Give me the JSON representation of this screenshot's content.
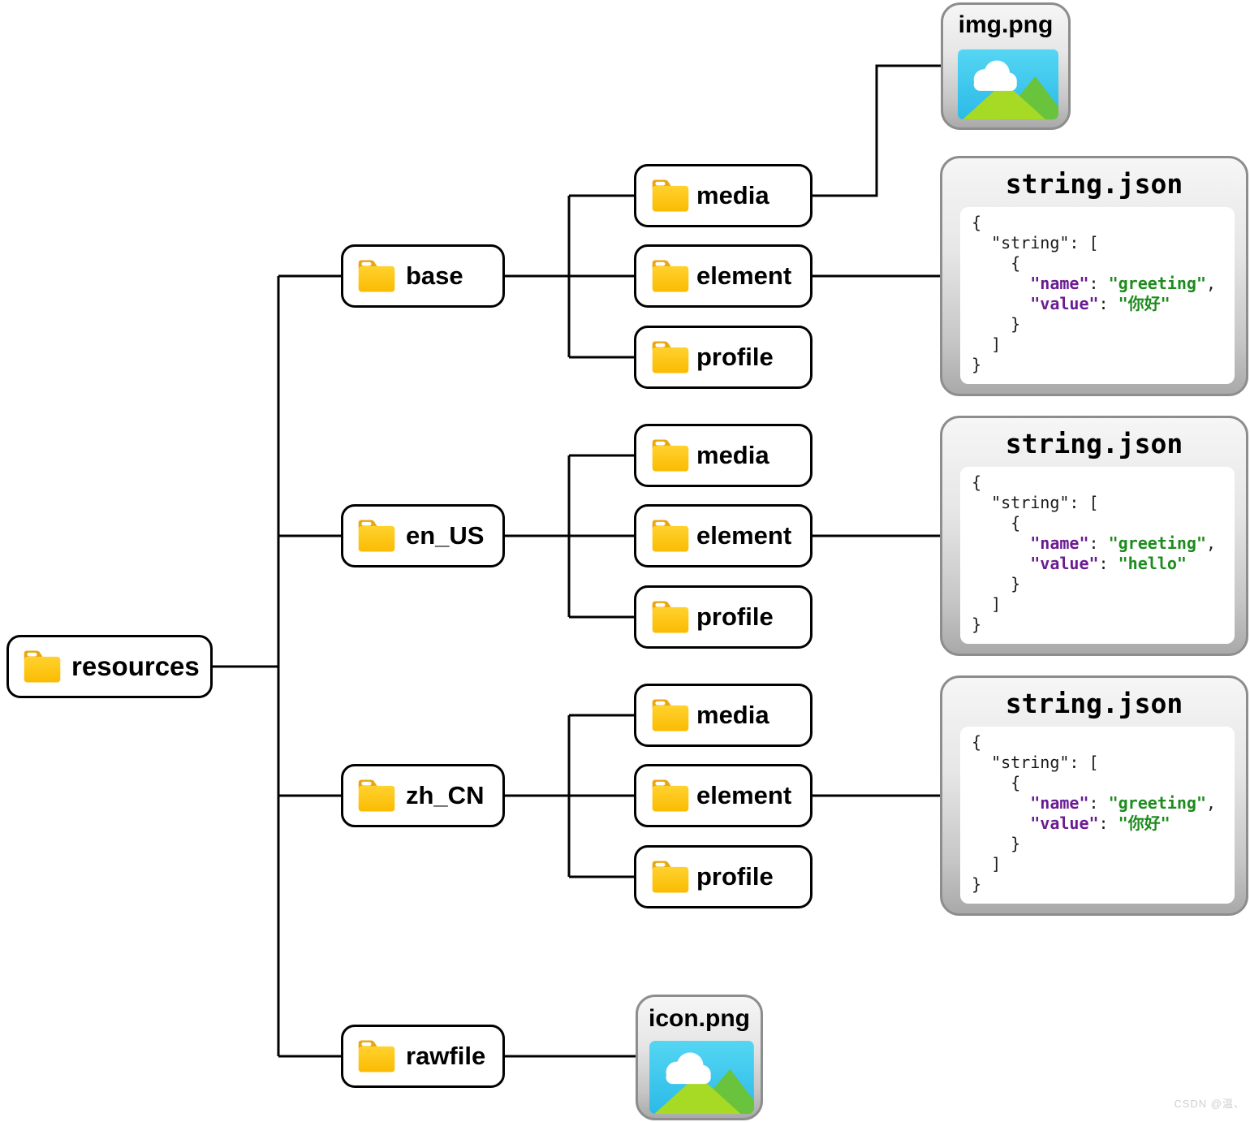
{
  "watermark": "CSDN @温、",
  "nodes": {
    "resources": {
      "label": "resources"
    },
    "base": {
      "label": "base"
    },
    "en_us": {
      "label": "en_US"
    },
    "zh_cn": {
      "label": "zh_CN"
    },
    "rawfile": {
      "label": "rawfile"
    },
    "base_media": {
      "label": "media"
    },
    "base_element": {
      "label": "element"
    },
    "base_profile": {
      "label": "profile"
    },
    "en_media": {
      "label": "media"
    },
    "en_element": {
      "label": "element"
    },
    "en_profile": {
      "label": "profile"
    },
    "zh_media": {
      "label": "media"
    },
    "zh_element": {
      "label": "element"
    },
    "zh_profile": {
      "label": "profile"
    }
  },
  "cards": {
    "img": {
      "title": "img.png",
      "kind": "image"
    },
    "icon": {
      "title": "icon.png",
      "kind": "image"
    },
    "json_base": {
      "title": "string.json",
      "code": [
        [
          [
            "{",
            "p"
          ]
        ],
        [
          [
            "  \"string\": [",
            "p"
          ]
        ],
        [
          [
            "    {",
            "p"
          ]
        ],
        [
          [
            "      ",
            "p"
          ],
          [
            "\"name\"",
            "k"
          ],
          [
            ": ",
            "p"
          ],
          [
            "\"greeting\"",
            "s"
          ],
          [
            ",",
            "p"
          ]
        ],
        [
          [
            "      ",
            "p"
          ],
          [
            "\"value\"",
            "k"
          ],
          [
            ": ",
            "p"
          ],
          [
            "\"你好\"",
            "s"
          ]
        ],
        [
          [
            "    }",
            "p"
          ]
        ],
        [
          [
            "  ]",
            "p"
          ]
        ],
        [
          [
            "}",
            "p"
          ]
        ]
      ]
    },
    "json_en": {
      "title": "string.json",
      "code": [
        [
          [
            "{",
            "p"
          ]
        ],
        [
          [
            "  \"string\": [",
            "p"
          ]
        ],
        [
          [
            "    {",
            "p"
          ]
        ],
        [
          [
            "      ",
            "p"
          ],
          [
            "\"name\"",
            "k"
          ],
          [
            ": ",
            "p"
          ],
          [
            "\"greeting\"",
            "s"
          ],
          [
            ",",
            "p"
          ]
        ],
        [
          [
            "      ",
            "p"
          ],
          [
            "\"value\"",
            "k"
          ],
          [
            ": ",
            "p"
          ],
          [
            "\"hello\"",
            "s"
          ]
        ],
        [
          [
            "    }",
            "p"
          ]
        ],
        [
          [
            "  ]",
            "p"
          ]
        ],
        [
          [
            "}",
            "p"
          ]
        ]
      ]
    },
    "json_zh": {
      "title": "string.json",
      "code": [
        [
          [
            "{",
            "p"
          ]
        ],
        [
          [
            "  \"string\": [",
            "p"
          ]
        ],
        [
          [
            "    {",
            "p"
          ]
        ],
        [
          [
            "      ",
            "p"
          ],
          [
            "\"name\"",
            "k"
          ],
          [
            ": ",
            "p"
          ],
          [
            "\"greeting\"",
            "s"
          ],
          [
            ",",
            "p"
          ]
        ],
        [
          [
            "      ",
            "p"
          ],
          [
            "\"value\"",
            "k"
          ],
          [
            ": ",
            "p"
          ],
          [
            "\"你好\"",
            "s"
          ]
        ],
        [
          [
            "    }",
            "p"
          ]
        ],
        [
          [
            "  ]",
            "p"
          ]
        ],
        [
          [
            "}",
            "p"
          ]
        ]
      ]
    }
  },
  "colors": {
    "line": "#000000",
    "node_border": "#000000",
    "node_bg": "#ffffff",
    "card_border": "#8d8d8d",
    "card_bg_top": "#f6f6f6",
    "card_bg_bottom": "#a9a9a9",
    "code_bg": "#ffffff",
    "json_key": "#6a1b92",
    "json_string": "#1e8b1e",
    "json_plain": "#1a1a1a",
    "folder_tab": "#e9a60f",
    "folder_body": "#ffc608",
    "image_sky": "#3ecdf0",
    "mountain_front": "#a6da25",
    "mountain_back": "#69c33c",
    "watermark": "#cfcfcf"
  }
}
